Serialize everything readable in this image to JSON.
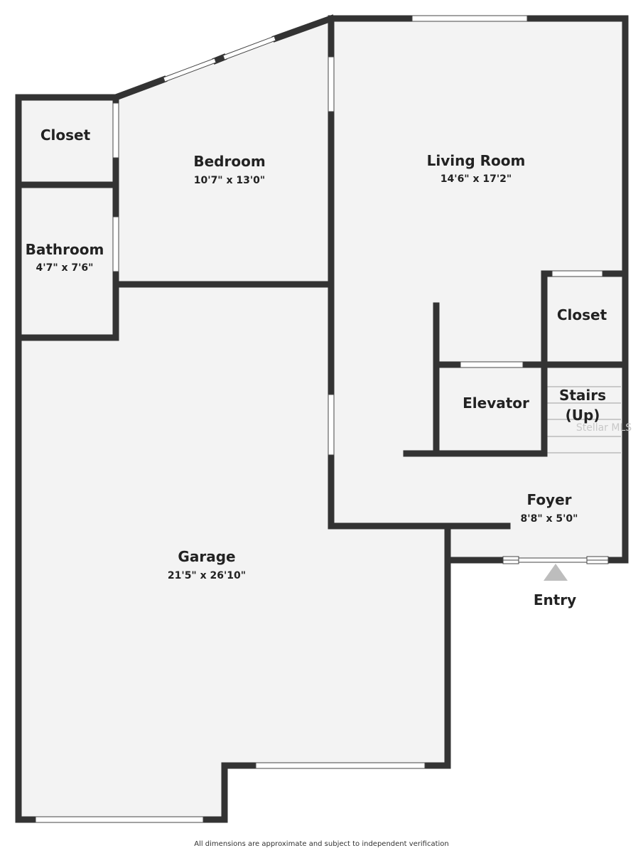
{
  "rooms": {
    "closet_left": {
      "name": "Closet"
    },
    "bedroom": {
      "name": "Bedroom",
      "dims": "10'7\" x 13'0\""
    },
    "bathroom": {
      "name": "Bathroom",
      "dims": "4'7\" x 7'6\""
    },
    "living_room": {
      "name": "Living Room",
      "dims": "14'6\" x 17'2\""
    },
    "closet_right": {
      "name": "Closet"
    },
    "elevator": {
      "name": "Elevator"
    },
    "stairs": {
      "name_line1": "Stairs",
      "name_line2": "(Up)"
    },
    "foyer": {
      "name": "Foyer",
      "dims": "8'8\" x 5'0\""
    },
    "garage": {
      "name": "Garage",
      "dims": "21'5\" x 26'10\""
    }
  },
  "entry": {
    "label": "Entry"
  },
  "watermark": "Stellar MLS",
  "disclaimer": "All dimensions are approximate and subject to independent verification",
  "colors": {
    "wall": "#333333",
    "floor": "#f3f3f3",
    "arrow": "#bdbdbd"
  }
}
